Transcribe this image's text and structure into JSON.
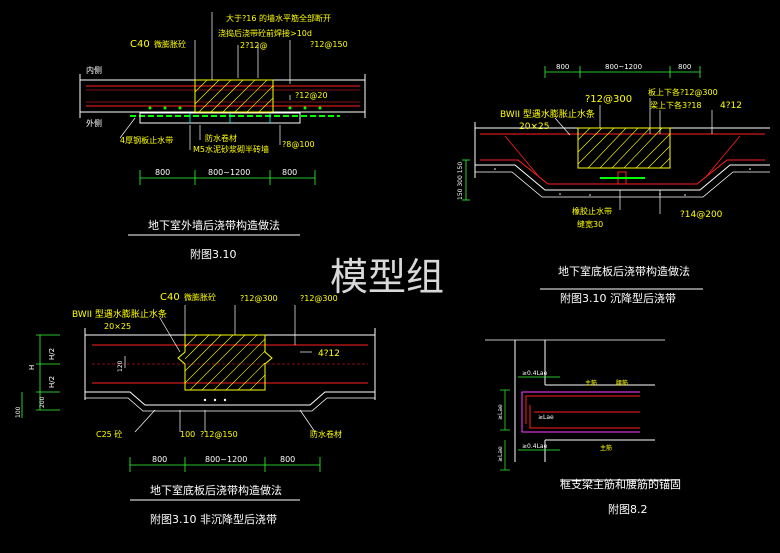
{
  "watermark": "模型组",
  "colors": {
    "background": "#000000",
    "line_white": "#ffffff",
    "line_yellow": "#ffff00",
    "line_green": "#00ff00",
    "line_cyan": "#00ffff",
    "line_red": "#ff2020",
    "line_magenta": "#ff40ff",
    "dim_green": "#33ff33"
  },
  "d1": {
    "title": "地下室外墙后浇带构造做法",
    "fig": "附图3.10",
    "l_c40": "C40",
    "l_c40b": "微膨胀砼",
    "l_top1": "大于?16 的墙水平筋全部断开",
    "l_top2": "浇捣后浇带砼前焊接>10d",
    "l_2a12": "2?12@",
    "l_a12a": "?12@150",
    "l_a12b": "?12@20",
    "l_in": "内侧",
    "l_out": "外侧",
    "l_water": "4厚钢板止水带",
    "l_fsj": "防水卷材",
    "l_m5": "M5水泥砂浆砌半砖墙",
    "l_a8": "?8@100",
    "dims": [
      "800",
      "800~1200",
      "800"
    ]
  },
  "d2": {
    "title": "地下室底板后浇带构造做法",
    "fig": "附图3.10 沉降型后浇带",
    "dims": [
      "800",
      "800~1200",
      "800"
    ],
    "l_bw": "BWII 型遇水膨胀止水条",
    "l_20x25": "20×25",
    "l_a12": "?12@300",
    "l_plate": "板上下各?12@300",
    "l_beam": "梁上下各3?18",
    "l_4a12": "4?12",
    "l_rubber": "橡胶止水带",
    "l_gap": "缝宽30",
    "l_a14": "?14@200",
    "l_dimside": "150 300 150"
  },
  "d3": {
    "title": "地下室底板后浇带构造做法",
    "fig": "附图3.10 非沉降型后浇带",
    "l_c40": "C40",
    "l_c40b": "微膨胀砼",
    "l_bw": "BWII 型遇水膨胀止水条",
    "l_20x25": "20×25",
    "l_a12a": "?12@300",
    "l_a12b": "?12@300",
    "l_4a12": "4?12",
    "l_120": "120",
    "l_c25": "C25 砼",
    "l_100": "100",
    "l_a12c": "?12@150",
    "l_fsj": "防水卷材",
    "l_h": "H",
    "l_h2a": "H/2",
    "l_h2b": "H/2",
    "l_100b": "100",
    "l_200": "200",
    "dims": [
      "800",
      "800~1200",
      "800"
    ]
  },
  "d4": {
    "title": "框支梁主筋和腰筋的锚固",
    "fig": "附图8.2",
    "l_main": "主筋",
    "l_waist": "腰筋",
    "l_lae1": "≥0.4Lae",
    "l_lae2": "≥0.4Lae",
    "l_lae3": "≥Lae",
    "l_lae4": "≥Lae",
    "l_lae5": "≥Lae",
    "l_main2": "主筋"
  }
}
